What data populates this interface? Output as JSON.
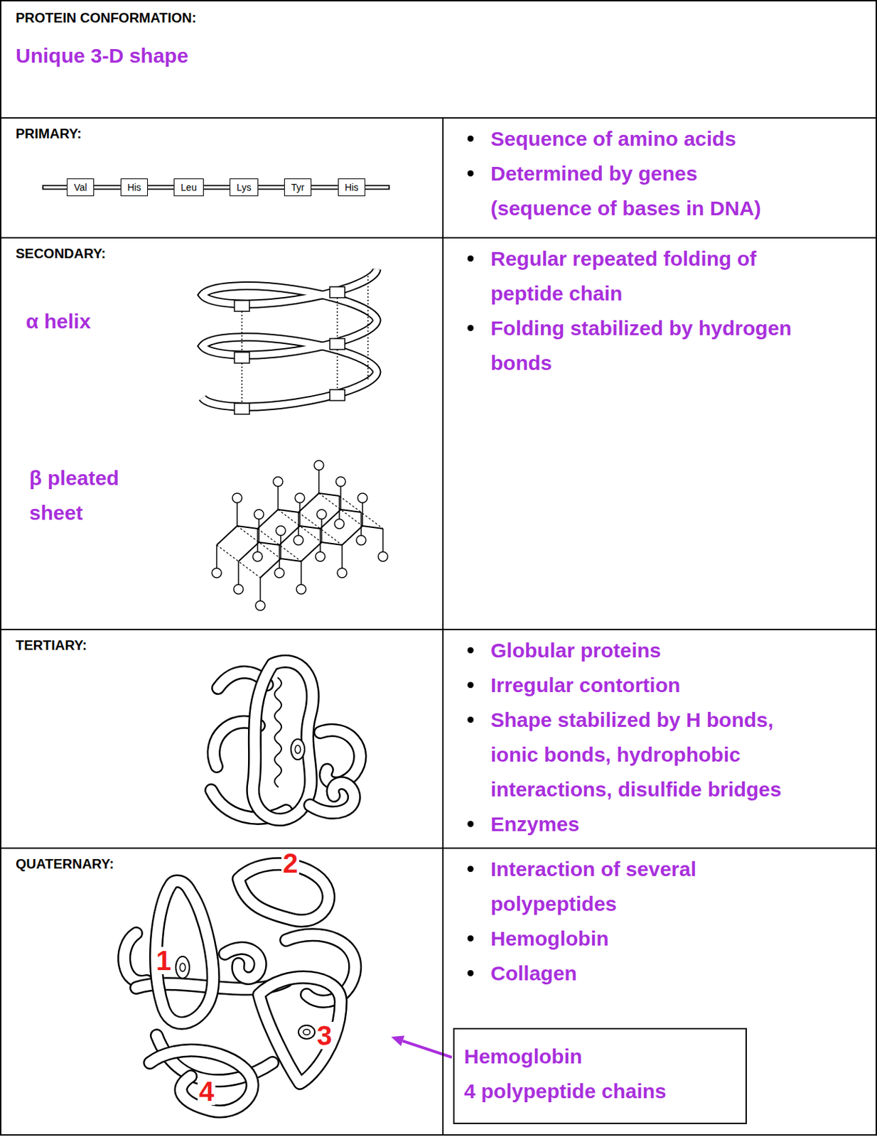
{
  "diagram": {
    "nodes": [
      {
        "text": [
          "PROTEIN CONFORMATION:",
          "Unique 3-D shape"
        ]
      },
      {
        "text": [
          "PRIMARY:"
        ]
      },
      {
        "text": [
          "Val"
        ],
        "in": 1
      },
      {
        "text": [
          "His"
        ],
        "in": 1
      },
      {
        "text": [
          "Leu"
        ],
        "in": 1
      },
      {
        "text": [
          "Lys"
        ],
        "in": 1
      },
      {
        "text": [
          "Tyr"
        ],
        "in": 1
      },
      {
        "text": [
          "His"
        ],
        "in": 1
      },
      {
        "text": [
          "Sequence of amino acids",
          "Determined by genes (sequence of bases in DNA)"
        ]
      },
      {
        "text": [
          "SECONDARY:",
          "α helix",
          "β pleated sheet"
        ]
      },
      {
        "text": [
          "Regular repeated folding of peptide chain",
          "Folding stabilized by hydrogen bonds"
        ]
      },
      {
        "text": [
          "TERTIARY:"
        ]
      },
      {
        "text": [
          "Globular proteins",
          "Irregular contortion",
          "Shape stabilized by H bonds, ionic bonds, hydrophobic interactions, disulfide bridges",
          "Enzymes"
        ]
      },
      {
        "text": [
          "QUATERNARY:"
        ]
      },
      {
        "text": [
          "Interaction of several polypeptides",
          "Hemoglobin",
          "Collagen"
        ]
      },
      {
        "text": [
          "Hemoglobin",
          "4 polypeptide chains"
        ],
        "in": 14
      }
    ],
    "edges": [
      {
        "from": 2,
        "to": 3,
        "arrow": "none"
      },
      {
        "from": 3,
        "to": 4,
        "arrow": "none"
      },
      {
        "from": 4,
        "to": 5,
        "arrow": "none"
      },
      {
        "from": 5,
        "to": 6,
        "arrow": "none"
      },
      {
        "from": 6,
        "to": 7,
        "arrow": "none"
      }
    ],
    "labels": [
      "1",
      "2",
      "3",
      "4"
    ]
  }
}
